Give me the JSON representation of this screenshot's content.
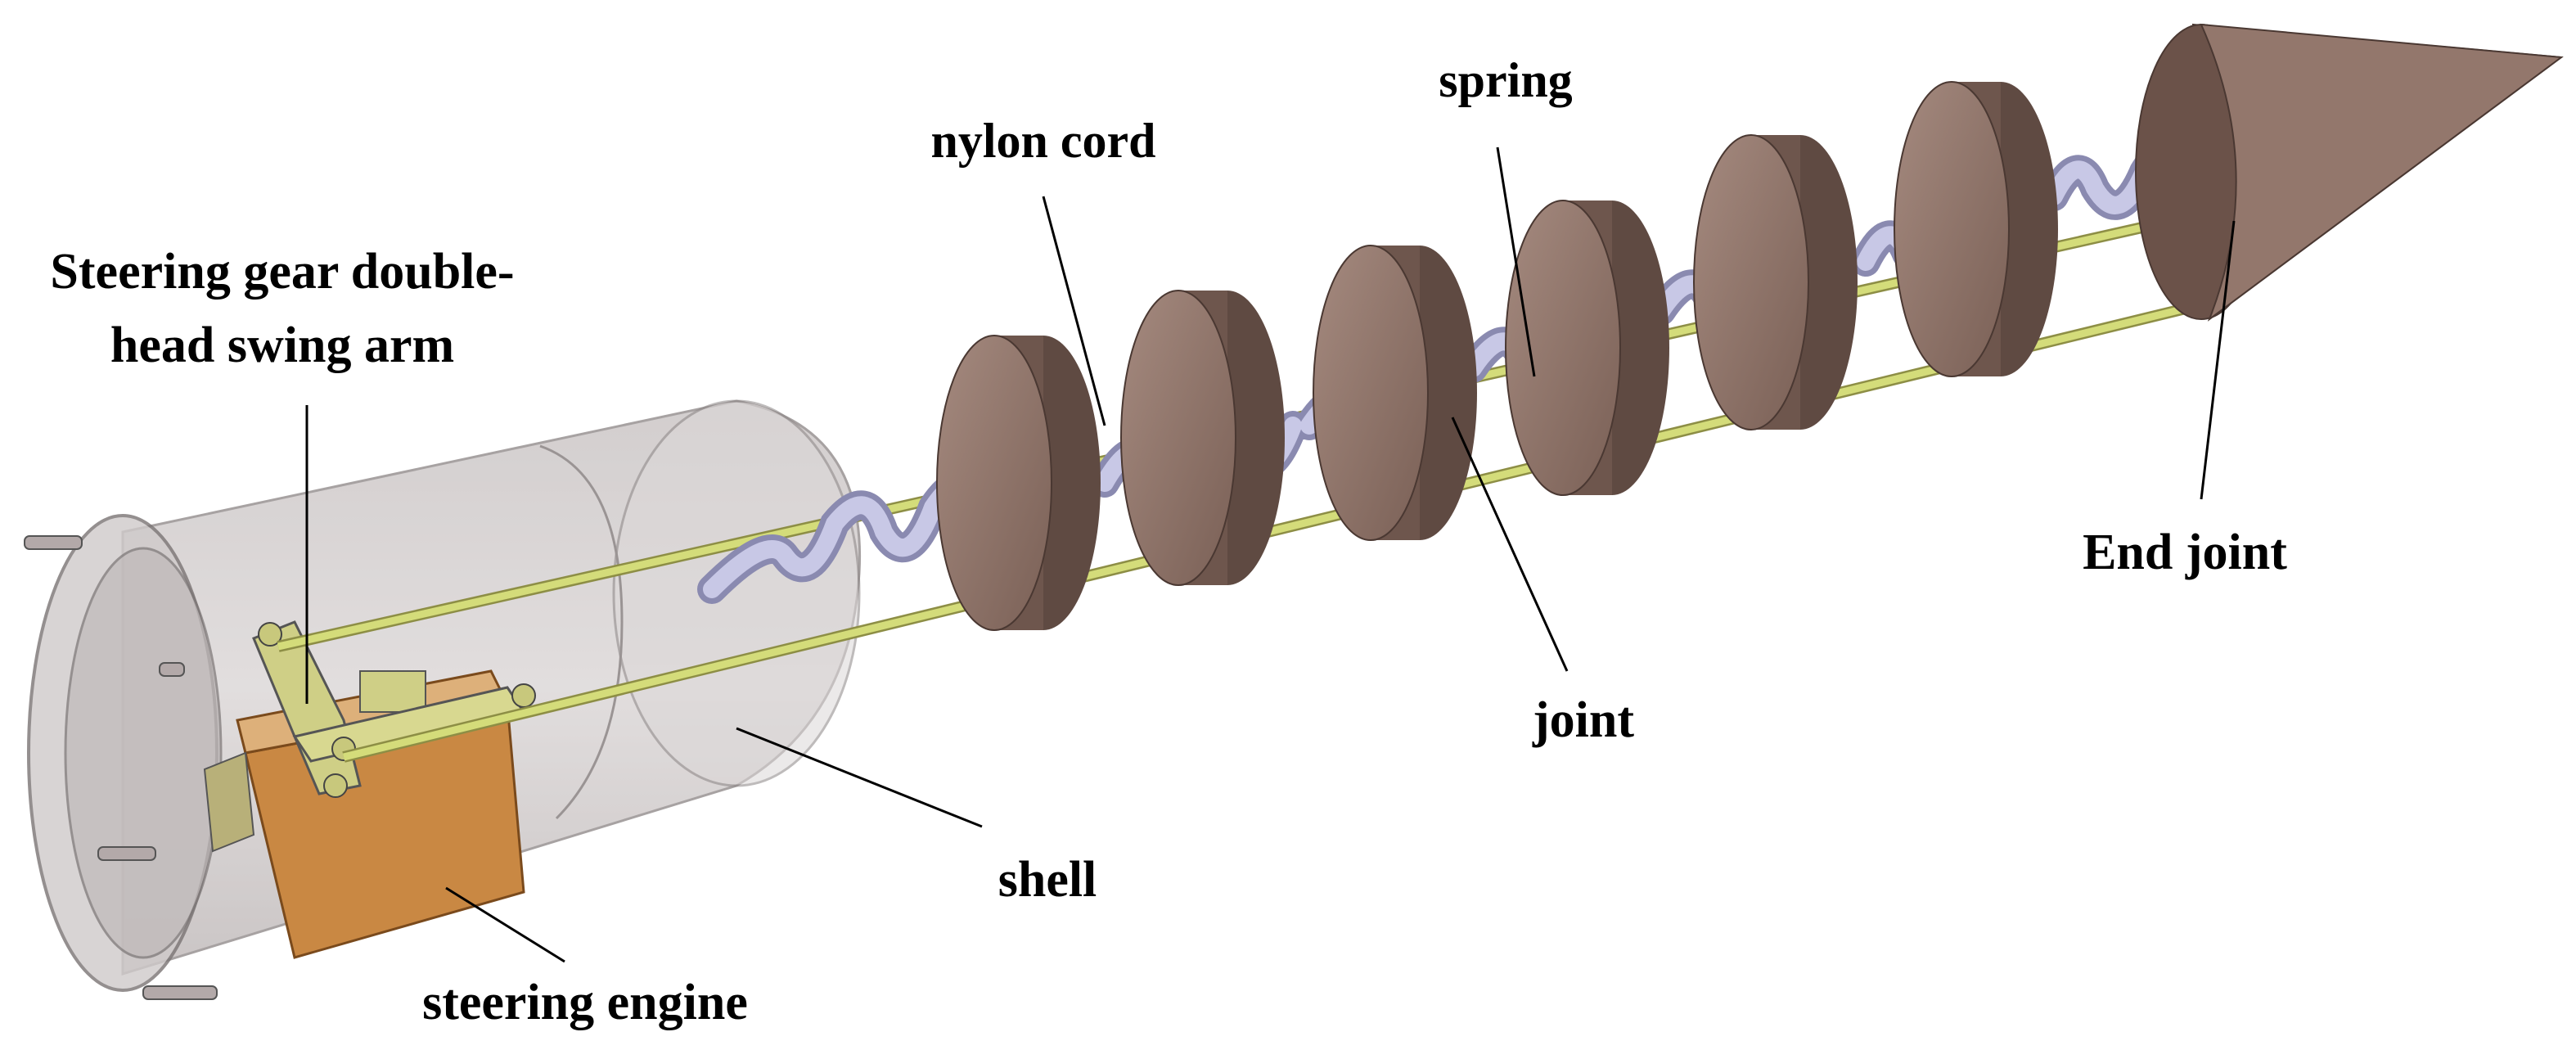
{
  "labels": {
    "spring": "spring",
    "nylon_cord": "nylon cord",
    "steering_arm_line1": "Steering gear double-",
    "steering_arm_line2": "head swing arm",
    "end_joint": "End joint",
    "joint": "joint",
    "shell": "shell",
    "steering_engine": "steering engine"
  },
  "colors": {
    "disc": "#8e7267",
    "disc_dark": "#5f4a42",
    "disc_light": "#a58a7f",
    "cone": "#8a6c62",
    "rod": "#d4dc7a",
    "spring": "#b5b5d8",
    "shell": "#c9c3c3",
    "servo": "#c98843",
    "arm": "#cfcf86"
  }
}
